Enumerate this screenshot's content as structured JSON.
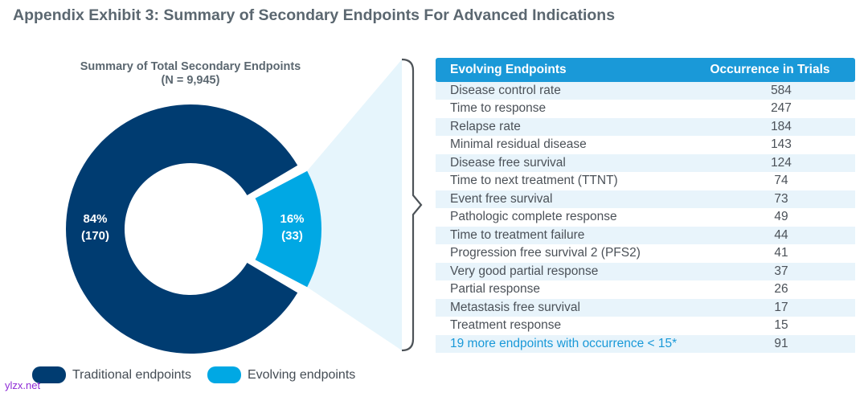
{
  "title": "Appendix Exhibit 3: Summary of Secondary Endpoints For Advanced Indications",
  "colors": {
    "traditional": "#003c71",
    "evolving": "#00a8e4",
    "table_header": "#1a99d8",
    "row_stripe": "#e8f4fb",
    "callout_fill": "#e6f5fc",
    "bracket": "#4d5358",
    "title": "#5b6770"
  },
  "chart_data": [
    {
      "type": "pie",
      "title": "Summary of Total Secondary Endpoints",
      "subtitle": "(N = 9,945)",
      "slices": [
        {
          "key": "traditional",
          "name": "Traditional endpoints",
          "value": 170,
          "pct_label": "84%",
          "count_label": "(170)",
          "color": "#003c71"
        },
        {
          "key": "evolving",
          "name": "Evolving endpoints",
          "value": 33,
          "pct_label": "16%",
          "count_label": "(33)",
          "color": "#00a8e4"
        }
      ],
      "legend": "bottom"
    },
    {
      "type": "table",
      "columns": [
        "Evolving Endpoints",
        "Occurrence in Trials"
      ],
      "rows": [
        {
          "name": "Disease control rate",
          "value": 584
        },
        {
          "name": "Time to response",
          "value": 247
        },
        {
          "name": "Relapse rate",
          "value": 184
        },
        {
          "name": "Minimal residual disease",
          "value": 143
        },
        {
          "name": "Disease free survival",
          "value": 124
        },
        {
          "name": "Time to next treatment (TTNT)",
          "value": 74
        },
        {
          "name": "Event free survival",
          "value": 73
        },
        {
          "name": "Pathologic complete response",
          "value": 49
        },
        {
          "name": "Time to treatment failure",
          "value": 44
        },
        {
          "name": "Progression free survival 2 (PFS2)",
          "value": 41
        },
        {
          "name": "Very good partial response",
          "value": 37
        },
        {
          "name": "Partial response",
          "value": 26
        },
        {
          "name": "Metastasis free survival",
          "value": 17
        },
        {
          "name": "Treatment response",
          "value": 15
        },
        {
          "name": "19 more endpoints with occurrence < 15*",
          "value": 91
        }
      ]
    }
  ],
  "watermark": "ylzx.net"
}
